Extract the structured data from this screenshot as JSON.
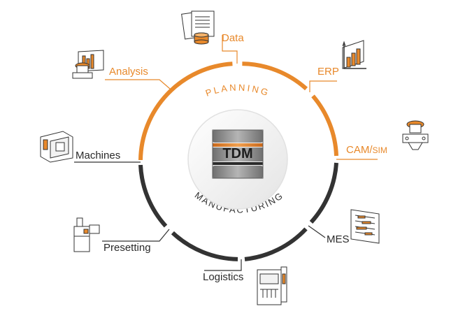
{
  "colors": {
    "planning": "#e8892b",
    "manufacturing": "#333333",
    "hub_grey": "#8d8d8d",
    "hub_orange": "#e07c1e"
  },
  "center": {
    "label": "TDM"
  },
  "arcs": {
    "planning": "PLANNING",
    "manufacturing": "MANUFACTURING"
  },
  "modules": {
    "data": "Data",
    "erp": "ERP",
    "cam": "CAM/",
    "sim": "SIM",
    "analysis": "Analysis",
    "machines": "Machines",
    "mes": "MES",
    "presetting": "Presetting",
    "logistics": "Logistics"
  },
  "icons": {
    "data": "data-documents-icon",
    "erp": "erp-chart-icon",
    "cam": "cam-tool-icon",
    "analysis": "analysis-icon",
    "machines": "machine-tool-icon",
    "mes": "mes-gantt-icon",
    "presetting": "presetting-device-icon",
    "logistics": "logistics-cabinet-icon"
  }
}
